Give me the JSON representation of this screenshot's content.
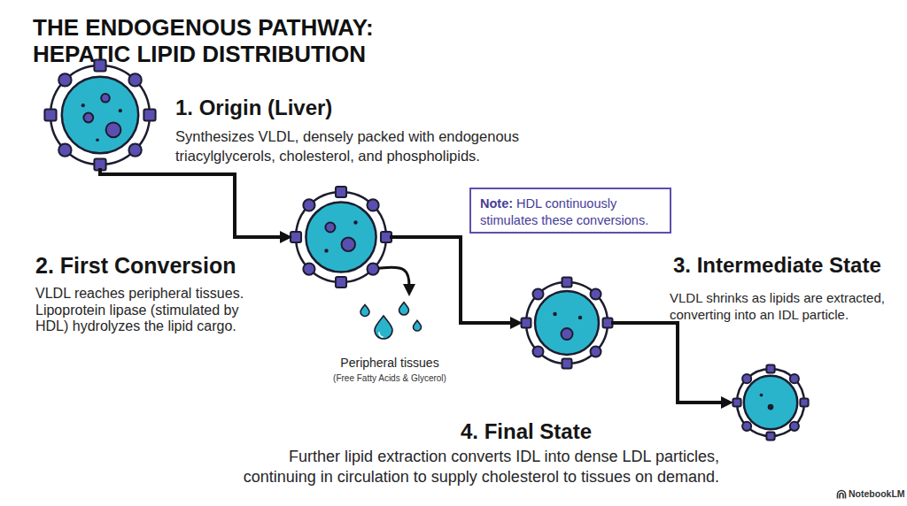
{
  "diagram": {
    "title": "THE ENDOGENOUS PATHWAY: HEPATIC LIPID DISTRIBUTION",
    "nodes": [
      {
        "text": [
          "1. Origin (Liver)",
          "Synthesizes VLDL, densely packed with endogenous triacylglycerols, cholesterol, and phospholipids."
        ]
      },
      {
        "text": [
          "2. First Conversion",
          "VLDL reaches peripheral tissues. Lipoprotein lipase (stimulated by HDL) hydrolyzes the lipid cargo."
        ]
      },
      {
        "text": [
          "Peripheral tissues",
          "(Free Fatty Acids & Glycerol)"
        ]
      },
      {
        "text": [
          "Note:",
          "HDL continuously stimulates these conversions."
        ]
      },
      {
        "text": [
          "3. Intermediate State",
          "VLDL shrinks as lipids are extracted, converting into an IDL particle."
        ]
      },
      {
        "text": [
          "4. Final State",
          "Further lipid extraction converts IDL into dense LDL particles, continuing in circulation to supply cholesterol to tissues on demand."
        ]
      }
    ],
    "edges": [
      {
        "from": 0,
        "to": 1,
        "arrow": "to"
      },
      {
        "from": 1,
        "to": 4,
        "arrow": "to"
      },
      {
        "from": 4,
        "to": 5,
        "arrow": "to"
      },
      {
        "from": 1,
        "to": 2,
        "arrow": "to"
      }
    ],
    "labels": [
      "NotebookLM"
    ]
  }
}
